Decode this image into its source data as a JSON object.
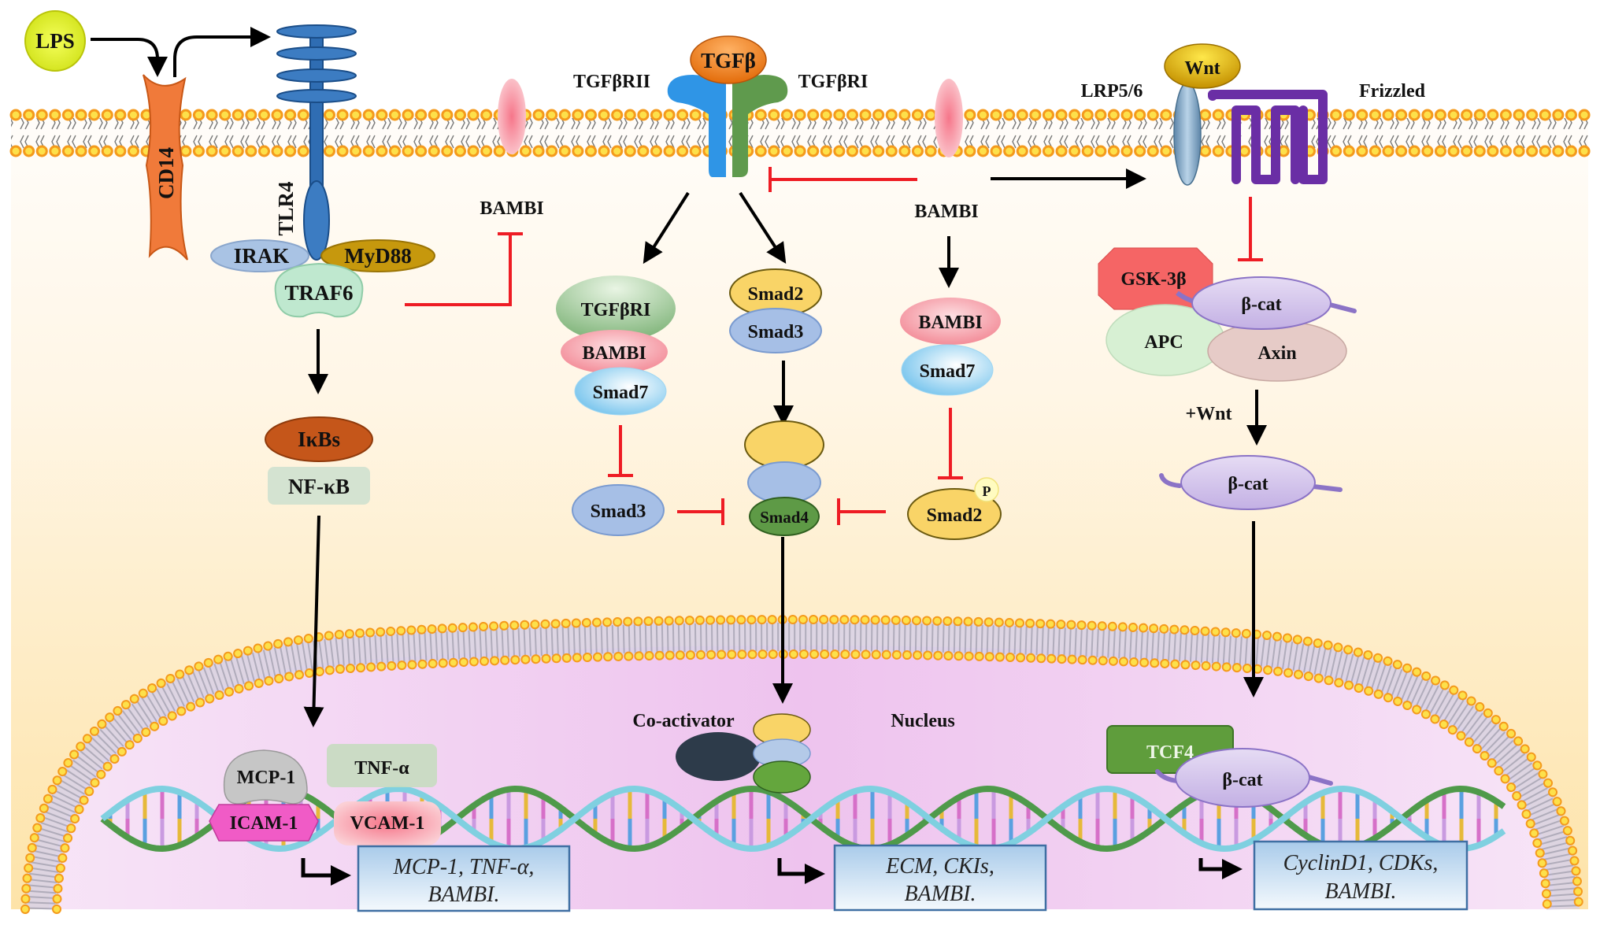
{
  "figure": {
    "compartments": {
      "nucleus_label": "Nucleus",
      "coactivator_label": "Co-activator"
    },
    "tlr4_pathway": {
      "ligand": "LPS",
      "coreceptor": "CD14",
      "receptor": "TLR4",
      "adaptors": [
        "IRAK",
        "MyD88",
        "TRAF6"
      ],
      "cytoplasmic": [
        "IκBs",
        "NF-κB"
      ],
      "nuclear_factors": [
        "MCP-1",
        "TNF-α",
        "ICAM-1",
        "VCAM-1"
      ],
      "target_genes_line1": "MCP-1, TNF-α,",
      "target_genes_line2": "BAMBI."
    },
    "bambi_left": {
      "label": "BAMBI"
    },
    "tgfb_pathway": {
      "ligand": "TGFβ",
      "receptor_ii": "TGFβRII",
      "receptor_i": "TGFβRI",
      "inhibitory_complex": [
        "TGFβRI",
        "BAMBI",
        "Smad7"
      ],
      "rsmads": [
        "Smad2",
        "Smad3"
      ],
      "smad3_free": "Smad3",
      "smad4": "Smad4",
      "target_genes_line1": "ECM, CKIs,",
      "target_genes_line2": "BAMBI."
    },
    "bambi_right": {
      "label": "BAMBI",
      "complex": [
        "BAMBI",
        "Smad7"
      ],
      "phospho_smad": "Smad2",
      "phospho_label": "P"
    },
    "wnt_pathway": {
      "ligand": "Wnt",
      "coreceptor": "LRP5/6",
      "receptor": "Frizzled",
      "destruction_complex": [
        "GSK-3β",
        "β-cat",
        "APC",
        "Axin"
      ],
      "activation_label": "+Wnt",
      "free_beta_catenin": "β-cat",
      "nuclear": [
        "TCF4",
        "β-cat"
      ],
      "target_genes_line1": "CyclinD1, CDKs,",
      "target_genes_line2": "BAMBI."
    },
    "colors": {
      "activation_arrow": "#000000",
      "inhibition": "#ee1c24",
      "cytoplasm_top": "#fffcf7",
      "cytoplasm_bottom": "#fde6b2",
      "nucleus": "#efc6ef",
      "membrane_bead": "#f9b521"
    }
  }
}
